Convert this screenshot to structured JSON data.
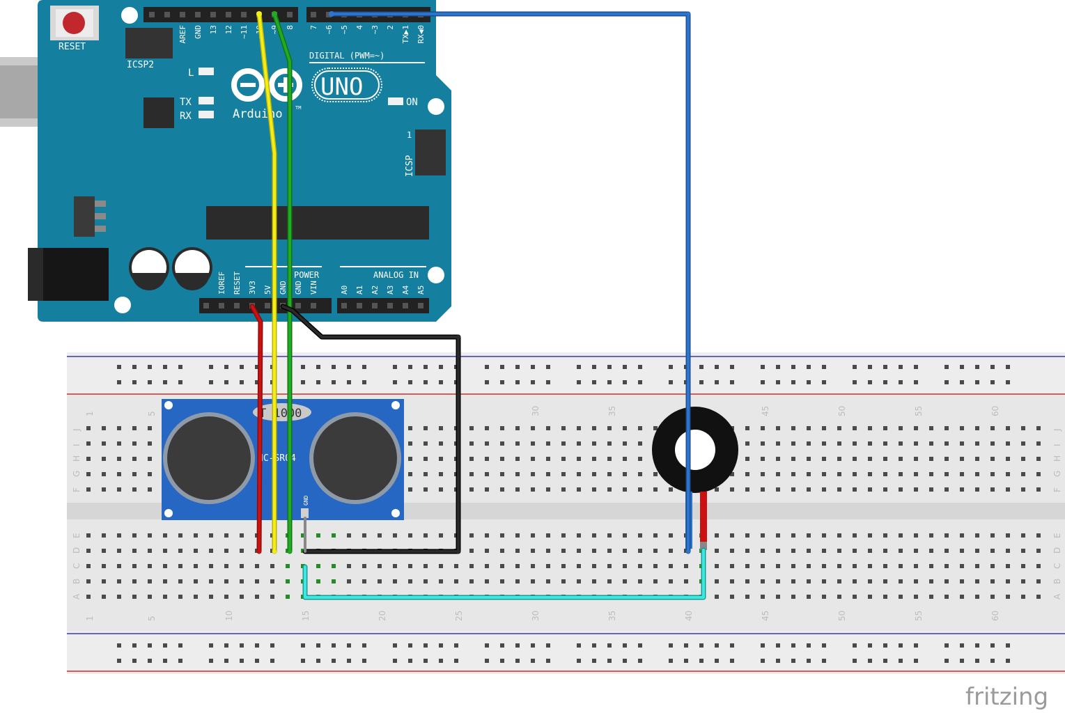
{
  "arduino": {
    "reset_label": "RESET",
    "icsp2_label": "ICSP2",
    "icsp_label": "ICSP",
    "icsp_pin1": "1",
    "l_label": "L",
    "tx_label": "TX",
    "rx_label": "RX",
    "on_label": "ON",
    "brand": "Arduino",
    "brand_tm": "TM",
    "model": "UNO",
    "digital_label": "DIGITAL (PWM=~)",
    "power_label": "POWER",
    "analog_label": "ANALOG IN",
    "digital_pins": [
      "AREF",
      "GND",
      "13",
      "12",
      "~11",
      "~10",
      "~9",
      "8",
      "7",
      "~6",
      "~5",
      "4",
      "~3",
      "2",
      "TX▶1",
      "RX◀0"
    ],
    "power_pins": [
      "IOREF",
      "RESET",
      "3V3",
      "5V",
      "GND",
      "GND",
      "VIN"
    ],
    "analog_pins": [
      "A0",
      "A1",
      "A2",
      "A3",
      "A4",
      "A5"
    ]
  },
  "breadboard": {
    "column_numbers": [
      "1",
      "5",
      "10",
      "15",
      "20",
      "25",
      "30",
      "35",
      "40",
      "45",
      "50",
      "55",
      "60"
    ],
    "row_letters_top": [
      "J",
      "I",
      "H",
      "G",
      "F"
    ],
    "row_letters_bottom": [
      "E",
      "D",
      "C",
      "B",
      "A"
    ]
  },
  "sensor": {
    "crystal_label": "T 1000",
    "model_label": "HC-SR04",
    "gnd_label": "GND"
  },
  "wires": {
    "colors": {
      "red": "#cc1111",
      "yellow": "#f4ee18",
      "green": "#22aa22",
      "black": "#151515",
      "blue": "#2c74cc",
      "cyan": "#3ee8e0"
    }
  },
  "watermark": "fritzing"
}
